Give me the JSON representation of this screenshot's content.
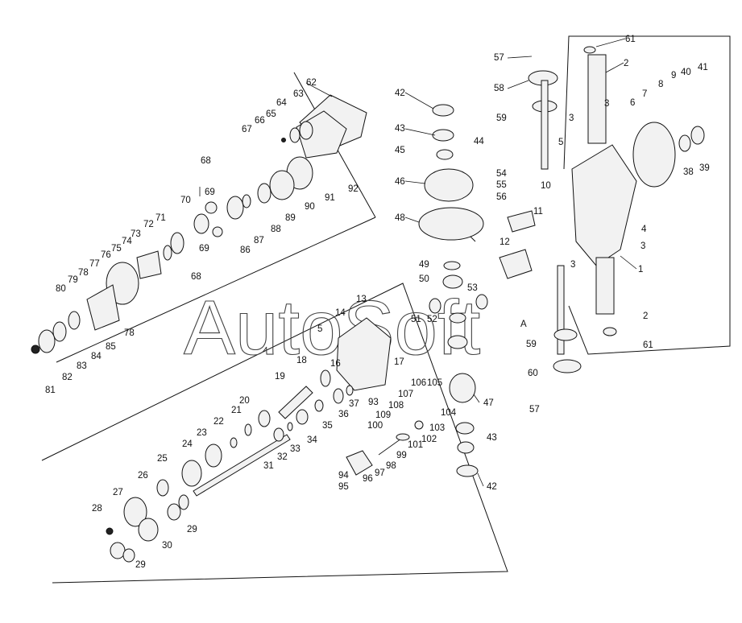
{
  "watermark": "AutoSoft",
  "callouts": {
    "p1": "1",
    "p2a": "2",
    "p2b": "2",
    "p3a": "3",
    "p3b": "3",
    "p3c": "3",
    "p3d": "3",
    "p4": "4",
    "p5a": "5",
    "p5b": "5",
    "p6": "6",
    "p7": "7",
    "p8": "8",
    "p9": "9",
    "p10": "10",
    "p11": "11",
    "p12": "12",
    "p13": "13",
    "p14": "14",
    "p16": "16",
    "p17": "17",
    "p18": "18",
    "p19": "19",
    "p20": "20",
    "p21": "21",
    "p22": "22",
    "p23": "23",
    "p24": "24",
    "p25": "25",
    "p26": "26",
    "p27": "27",
    "p28": "28",
    "p29a": "29",
    "p29b": "29",
    "p30": "30",
    "p31": "31",
    "p32": "32",
    "p33": "33",
    "p34": "34",
    "p35": "35",
    "p36": "36",
    "p37": "37",
    "p38": "38",
    "p39": "39",
    "p40": "40",
    "p41": "41",
    "p42a": "42",
    "p42b": "42",
    "p43a": "43",
    "p43b": "43",
    "p44": "44",
    "p45": "45",
    "p46": "46",
    "p47": "47",
    "p48": "48",
    "p49": "49",
    "p50": "50",
    "p51": "51",
    "p52": "52",
    "p53": "53",
    "p54": "54",
    "p55": "55",
    "p56": "56",
    "p57a": "57",
    "p57b": "57",
    "p58": "58",
    "p59a": "59",
    "p59b": "59",
    "p60": "60",
    "p61a": "61",
    "p61b": "61",
    "p62": "62",
    "p63": "63",
    "p64": "64",
    "p65": "65",
    "p66": "66",
    "p67": "67",
    "p68a": "68",
    "p68b": "68",
    "p69a": "69",
    "p69b": "69",
    "p70": "70",
    "p71": "71",
    "p72": "72",
    "p73": "73",
    "p74": "74",
    "p75": "75",
    "p76": "76",
    "p77": "77",
    "p78a": "78",
    "p78b": "78",
    "p79": "79",
    "p80": "80",
    "p81": "81",
    "p82": "82",
    "p83": "83",
    "p84": "84",
    "p85": "85",
    "p86": "86",
    "p87": "87",
    "p88": "88",
    "p89": "89",
    "p90": "90",
    "p91": "91",
    "p92": "92",
    "p93": "93",
    "p94": "94",
    "p95": "95",
    "p96": "96",
    "p97": "97",
    "p98": "98",
    "p99": "99",
    "p100": "100",
    "p101": "101",
    "p102": "102",
    "p103": "103",
    "p104": "104",
    "p105": "105",
    "p106": "106",
    "p107": "107",
    "p108": "108",
    "p109": "109",
    "pA": "A"
  }
}
